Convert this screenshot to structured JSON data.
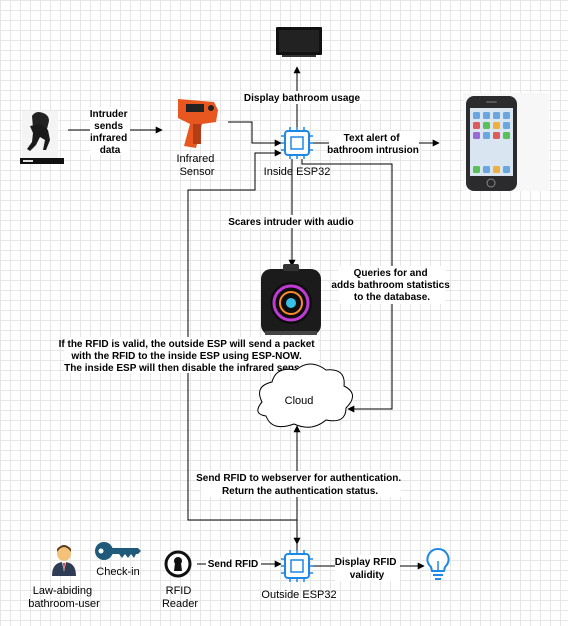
{
  "nodes": {
    "intruder_caption": [
      "Intruder",
      "sends",
      "infrared",
      "data"
    ],
    "infrared_sensor": [
      "Infrared",
      "Sensor"
    ],
    "inside_esp32": "Inside ESP32",
    "cloud": "Cloud",
    "outside_esp32": "Outside ESP32",
    "bathroom_user": [
      "Law-abiding",
      "bathroom-user"
    ],
    "check_in": "Check-in",
    "rfid_reader": [
      "RFID",
      "Reader"
    ]
  },
  "edge_labels": {
    "display_usage": "Display bathroom usage",
    "text_alert": [
      "Text alert of",
      "bathroom intrusion"
    ],
    "scares_intruder": "Scares intruder with audio",
    "queries": [
      "Queries for and",
      "adds bathroom statistics",
      "to the database."
    ],
    "rfid_valid": [
      "If the RFID is valid, the outside ESP will send a packet",
      "with the RFID to the inside ESP using ESP-NOW.",
      "The inside ESP will then disable the infrared sensor."
    ],
    "send_webserver": [
      "Send RFID to webserver for authentication.",
      "Return the authentication status."
    ],
    "send_rfid": "Send RFID",
    "display_validity": [
      "Display RFID",
      "validity"
    ]
  },
  "colors": {
    "chip": "#1e88e5",
    "bulb": "#1e88e5",
    "key": "#1f5a7a",
    "sensor_orange": "#e8571f",
    "speaker_ring": "#c23ad6"
  },
  "icons": [
    "tv-icon",
    "intruder-icon",
    "infrared-thermometer-icon",
    "esp32-chip-icon",
    "smartphone-icon",
    "speaker-icon",
    "cloud-icon",
    "person-icon",
    "key-icon",
    "rfid-reader-icon",
    "lightbulb-icon"
  ]
}
